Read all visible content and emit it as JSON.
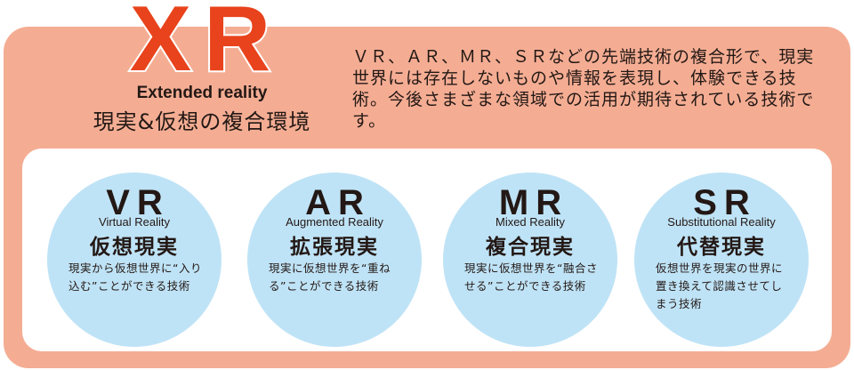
{
  "header": {
    "title": "XR",
    "subtitle_en": "Extended reality",
    "subtitle_jp": "現実&仮想の複合環境"
  },
  "intro": "ＶＲ、ＡＲ、ＭＲ、ＳＲなどの先端技術の複合形で、現実世界には存在しないものや情報を表現し、体験できる技術。今後さまざまな領域での活用が期待されている技術です。",
  "colors": {
    "accent": "#e8431c",
    "panel": "#f4ad93",
    "circle": "#bfe3f6",
    "text": "#231815"
  },
  "cards": [
    {
      "abbr": "VR",
      "en": "Virtual Reality",
      "jp": "仮想現実",
      "desc": "現実から仮想世界に“入り込む”ことができる技術"
    },
    {
      "abbr": "AR",
      "en": "Augmented Reality",
      "jp": "拡張現実",
      "desc": "現実に仮想世界を“重ねる”ことができる技術"
    },
    {
      "abbr": "MR",
      "en": "Mixed Reality",
      "jp": "複合現実",
      "desc": "現実に仮想世界を“融合させる”ことができる技術"
    },
    {
      "abbr": "SR",
      "en": "Substitutional Reality",
      "jp": "代替現実",
      "desc": "仮想世界を現実の世界に置き換えて認識させてしまう技術"
    }
  ]
}
